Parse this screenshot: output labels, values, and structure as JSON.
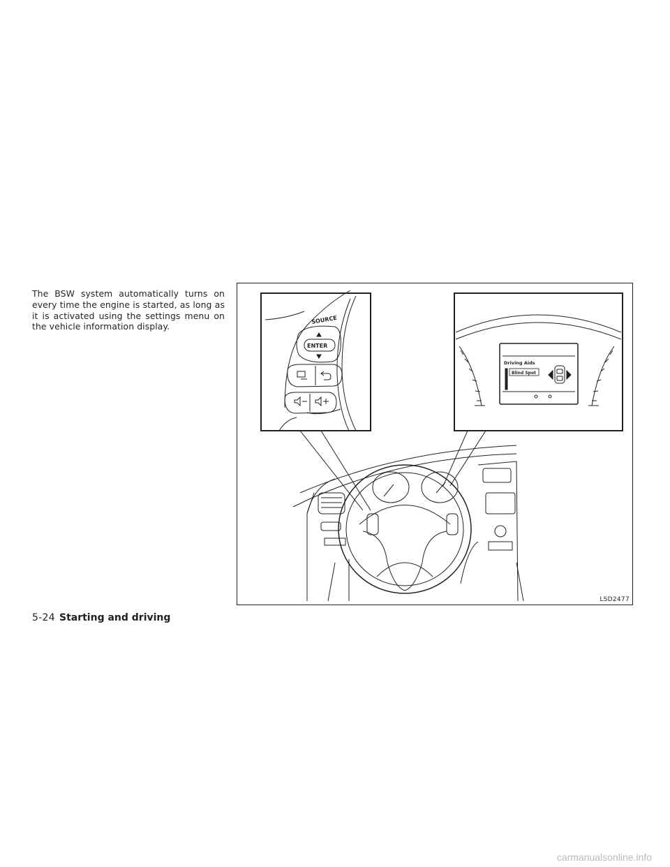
{
  "body": {
    "paragraph": "The BSW system automatically turns on every time the engine is started, as long as it is activated using the settings menu on the vehicle information display."
  },
  "figure": {
    "code": "LSD2477",
    "steering_switch": {
      "source_label": "SOURCE",
      "enter_label": "ENTER",
      "icons": [
        "up-arrow-icon",
        "down-arrow-icon",
        "menu-icon",
        "back-icon",
        "volume-down-icon",
        "volume-up-icon"
      ]
    },
    "display": {
      "menu_title": "Driving Aids",
      "selected_item": "Blind Spot",
      "icons": [
        "car-top-view-icon",
        "left-warning-arrow-icon",
        "right-warning-arrow-icon"
      ]
    }
  },
  "footer": {
    "page_number": "5-24",
    "section_title": "Starting and driving"
  },
  "watermark": "carmanualsonline.info"
}
